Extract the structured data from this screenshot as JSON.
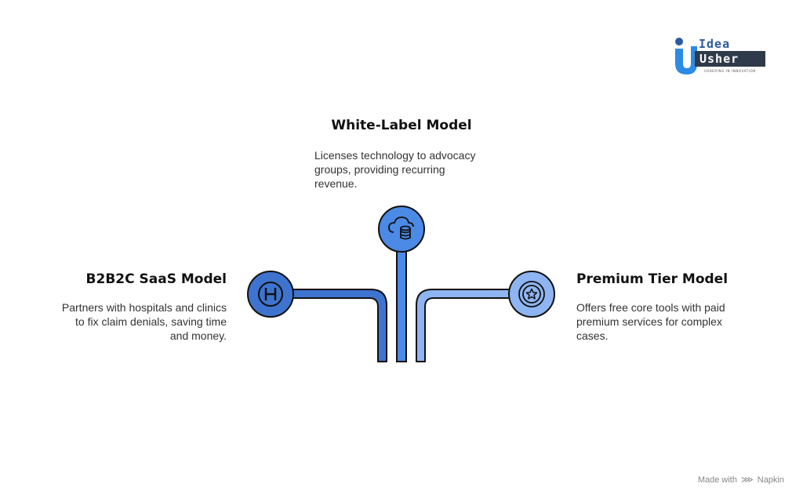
{
  "logo": {
    "line1": "Idea",
    "line2": "Usher",
    "tagline": "USHERING IN INNOVATION"
  },
  "center": {
    "title": "White-Label Model",
    "desc_lines": [
      "Licenses technology to advocacy",
      "groups, providing recurring",
      "revenue."
    ],
    "icon": "cloud-database-icon",
    "color": "#4b8ae5"
  },
  "left": {
    "title": "B2B2C SaaS Model",
    "desc_lines": [
      "Partners with hospitals and clinics",
      "to fix claim denials, saving time",
      "and money."
    ],
    "icon": "hospital-icon",
    "color": "#3e74cf"
  },
  "right": {
    "title": "Premium Tier Model",
    "desc_lines": [
      "Offers free core tools with paid",
      "premium services for complex",
      "cases."
    ],
    "icon": "star-badge-icon",
    "color": "#8eb4f2"
  },
  "footer": {
    "prefix": "Made with",
    "brand": "Napkin",
    "icon": "napkin-icon"
  }
}
